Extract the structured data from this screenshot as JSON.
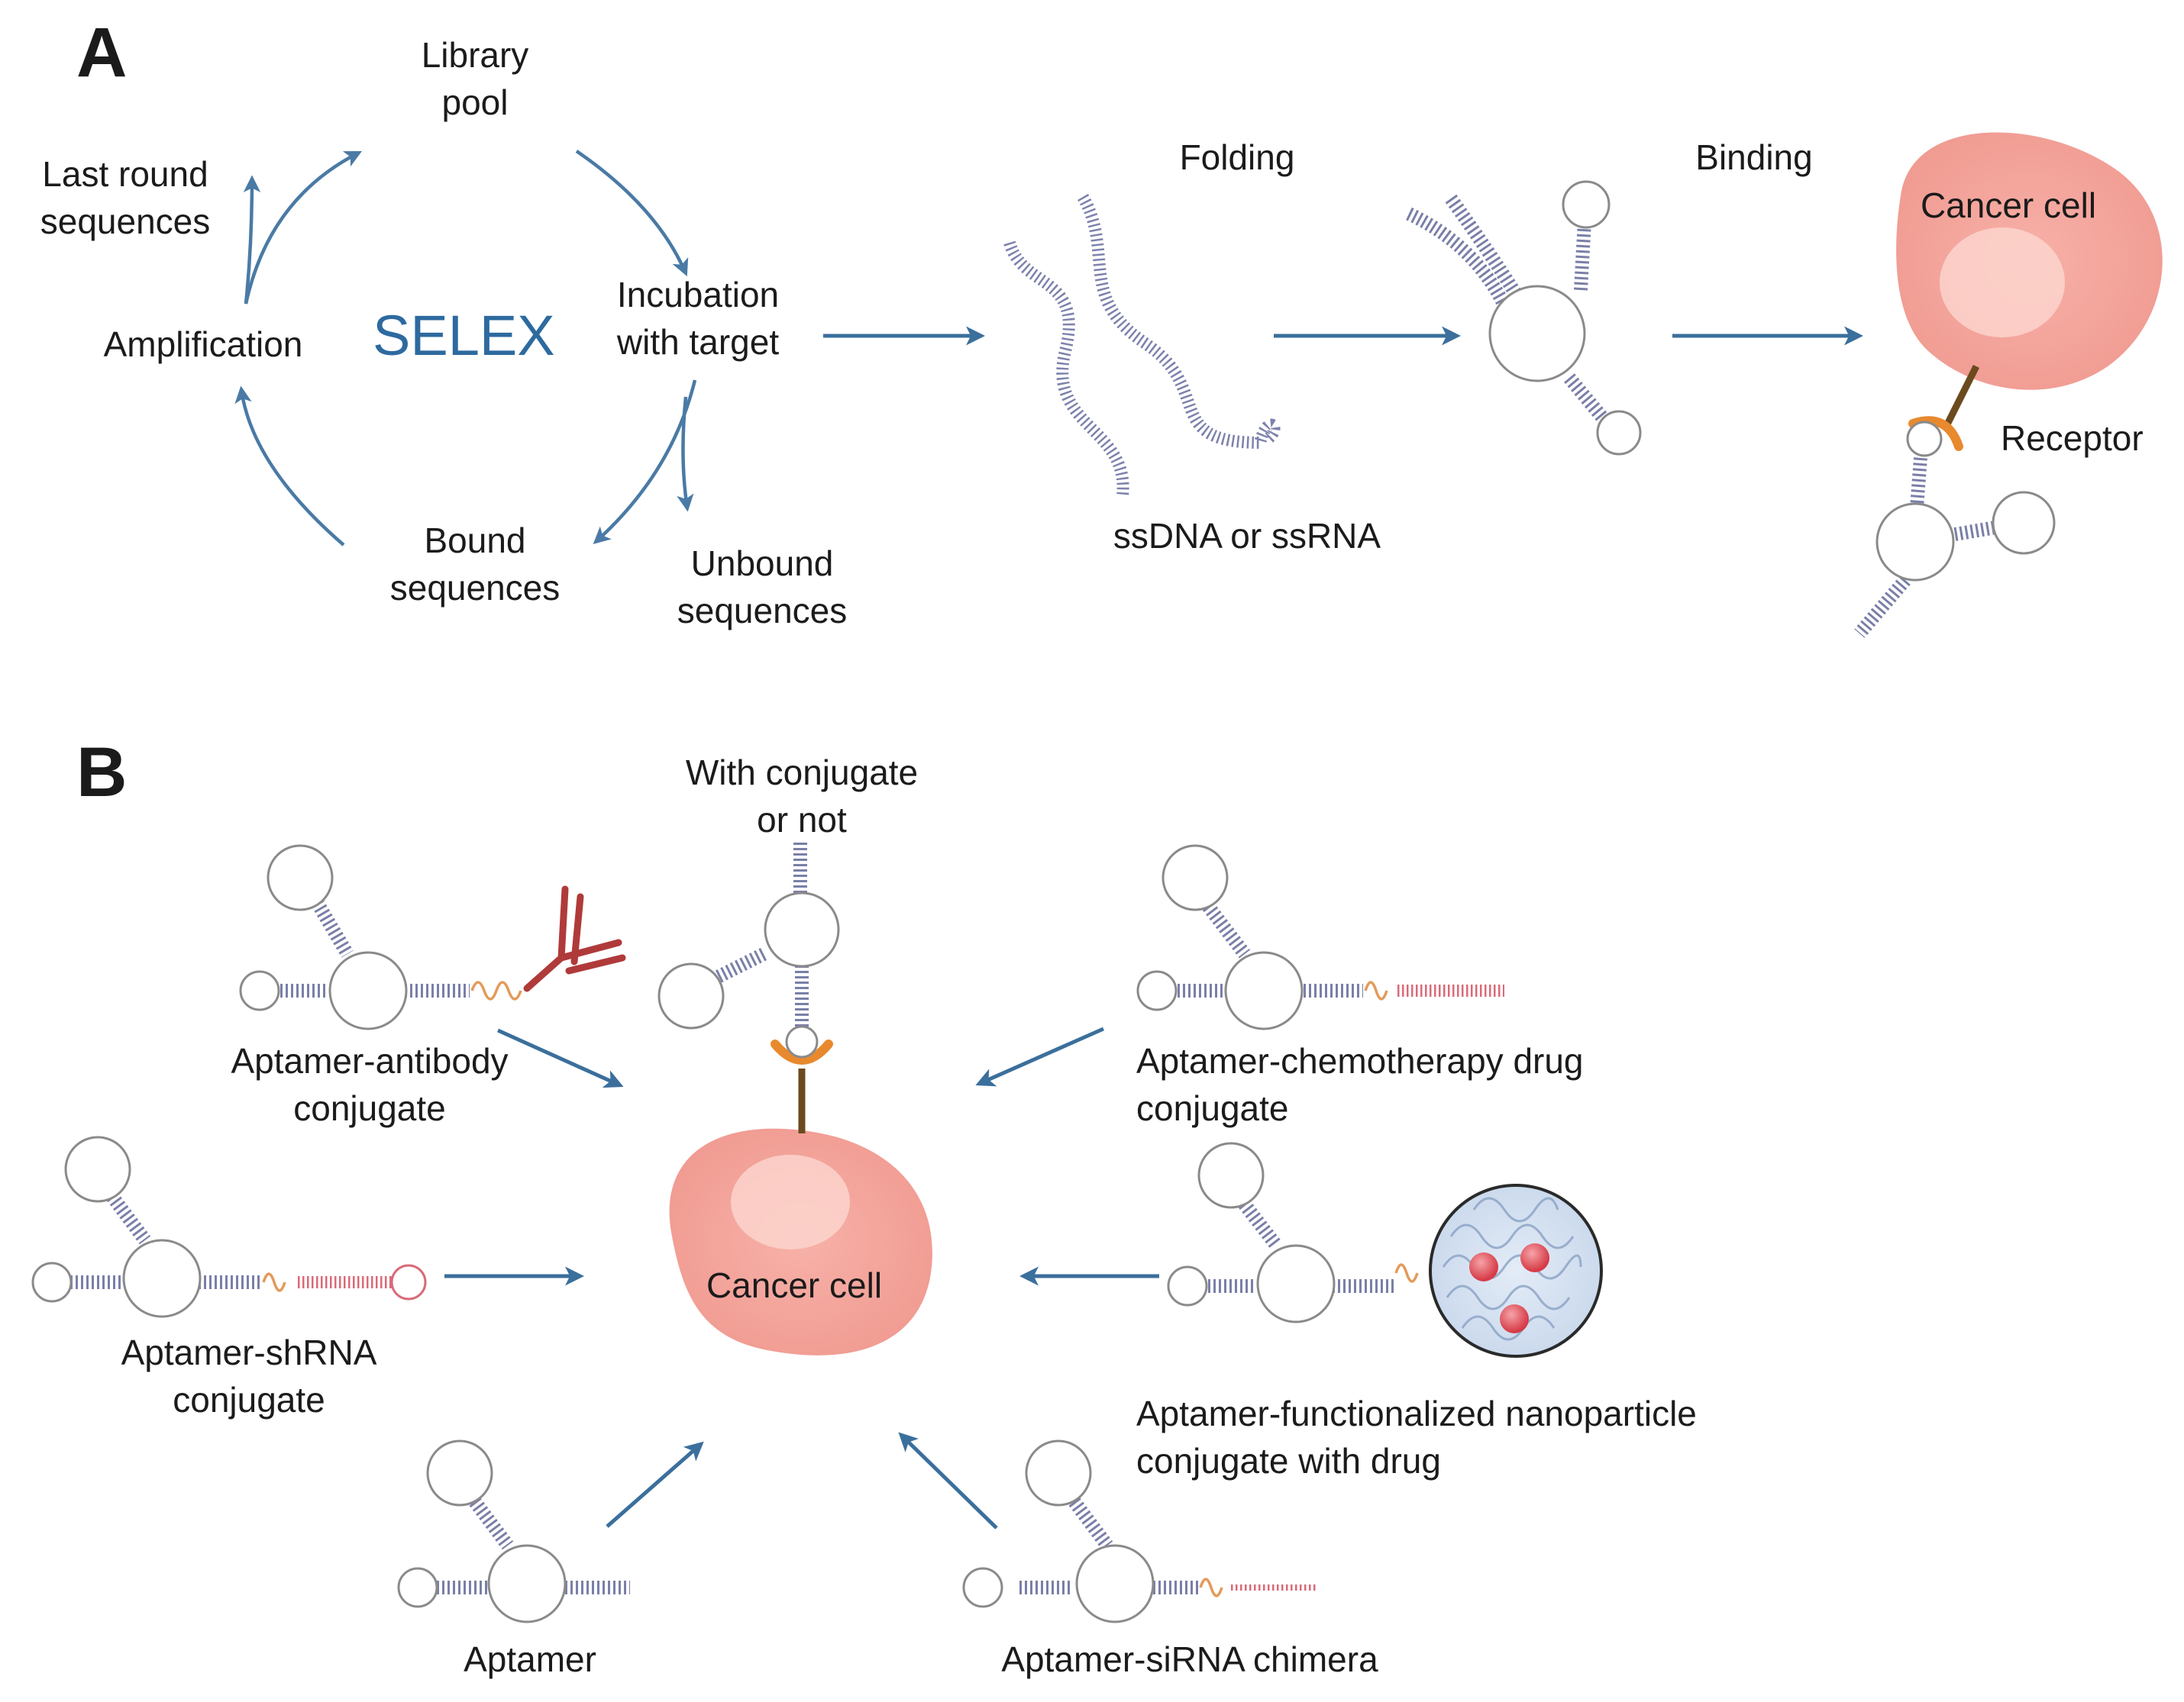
{
  "panel_a": {
    "label": "A",
    "center_title": "SELEX",
    "cycle": {
      "library_pool": [
        "Library",
        "pool"
      ],
      "incubation": [
        "Incubation",
        "with target"
      ],
      "unbound": [
        "Unbound",
        "sequences"
      ],
      "bound": [
        "Bound",
        "sequences"
      ],
      "amplification": "Amplification",
      "last_round": [
        "Last round",
        "sequences"
      ]
    },
    "ss_label": "ssDNA or ssRNA",
    "folding": "Folding",
    "binding": "Binding",
    "cancer_cell": "Cancer cell",
    "receptor": "Receptor"
  },
  "panel_b": {
    "label": "B",
    "with_conjugate": [
      "With conjugate",
      "or not"
    ],
    "cancer_cell": "Cancer cell",
    "antibody": [
      "Aptamer-antibody",
      "conjugate"
    ],
    "chemo": [
      "Aptamer-chemotherapy drug",
      "conjugate"
    ],
    "shrna": [
      "Aptamer-shRNA",
      "conjugate"
    ],
    "nanoparticle": [
      "Aptamer-functionalized nanoparticle",
      "conjugate with drug"
    ],
    "aptamer": "Aptamer",
    "sirna": "Aptamer-siRNA chimera"
  },
  "colors": {
    "arrow": "#3b6f9c",
    "selex_text": "#2d6a9f",
    "cell": "#f4a59d",
    "cell_nucleus": "#fbd3cc",
    "stem": "#7a7fa8",
    "receptor": "#e8892e",
    "antibody": "#b03a3a",
    "drug": "#d96a78"
  }
}
